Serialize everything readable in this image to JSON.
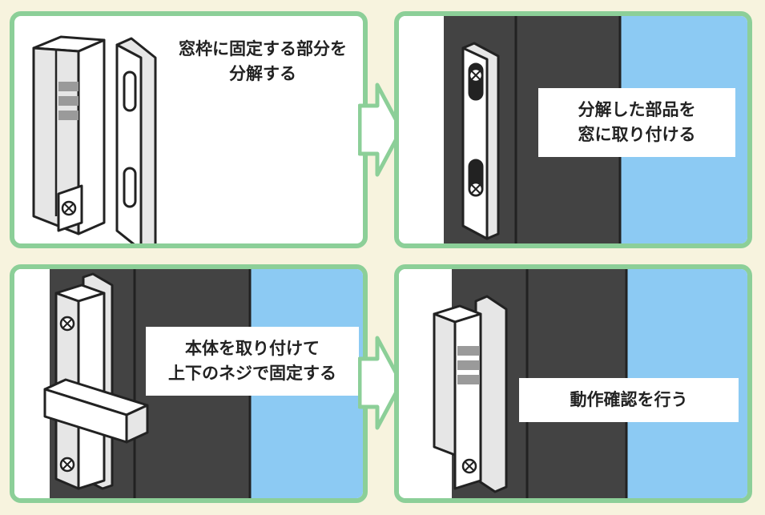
{
  "colors": {
    "background": "#f7f3de",
    "panel_border": "#8ccf98",
    "panel_fill": "#ffffff",
    "wall_dark": "#434343",
    "window_glass": "#8ccaf3",
    "caption_text": "#222222"
  },
  "steps": [
    {
      "lines": [
        "窓枠に固定する部分を",
        "分解する"
      ]
    },
    {
      "lines": [
        "分解した部品を",
        "窓に取り付ける"
      ]
    },
    {
      "lines": [
        "本体を取り付けて",
        "上下のネジで固定する"
      ]
    },
    {
      "lines": [
        "動作確認を行う"
      ]
    }
  ],
  "arrows": [
    {
      "icon": "right-arrow-icon"
    },
    {
      "icon": "right-arrow-icon"
    }
  ]
}
